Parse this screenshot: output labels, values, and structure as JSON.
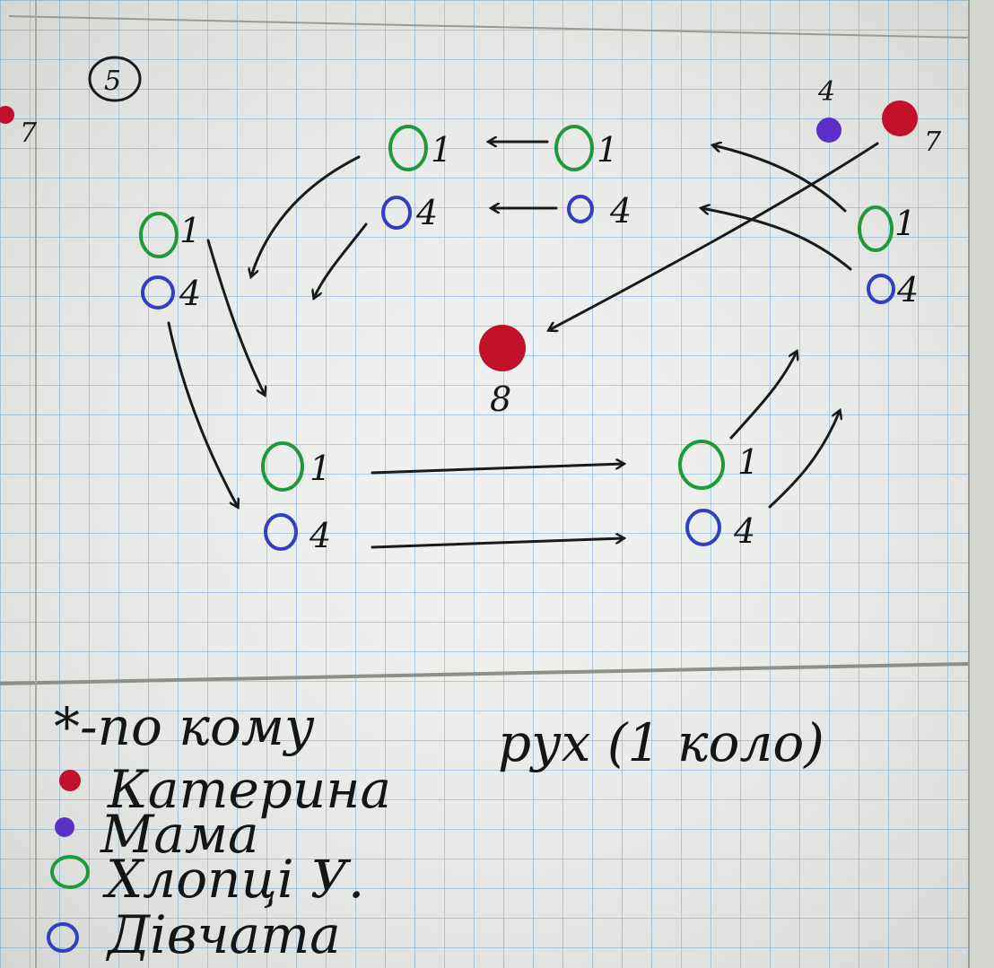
{
  "diagram": {
    "number": "5",
    "edge_left_label": "7",
    "mama_top_label": "4",
    "kateryna_top_label": "7",
    "center_label": "8",
    "groups": [
      {
        "boys": "1",
        "girls": "4"
      },
      {
        "boys": "1",
        "girls": "4"
      },
      {
        "boys": "1",
        "girls": "4"
      },
      {
        "boys": "1",
        "girls": "4"
      },
      {
        "boys": "1",
        "girls": "4"
      },
      {
        "boys": "1",
        "girls": "4"
      }
    ]
  },
  "legend": {
    "line1_a": "*-по кому",
    "line1_b": "рух (1 коло)",
    "items": [
      {
        "label": "Катерина",
        "icon": "red-dot",
        "color": "#c0102a"
      },
      {
        "label": "Мама",
        "icon": "purple-dot",
        "color": "#5a30c8"
      },
      {
        "label": "Хлопці У.",
        "icon": "green-circle",
        "color": "#1f9a3a"
      },
      {
        "label": "Дівчата",
        "icon": "blue-circle",
        "color": "#3040c0"
      }
    ]
  }
}
